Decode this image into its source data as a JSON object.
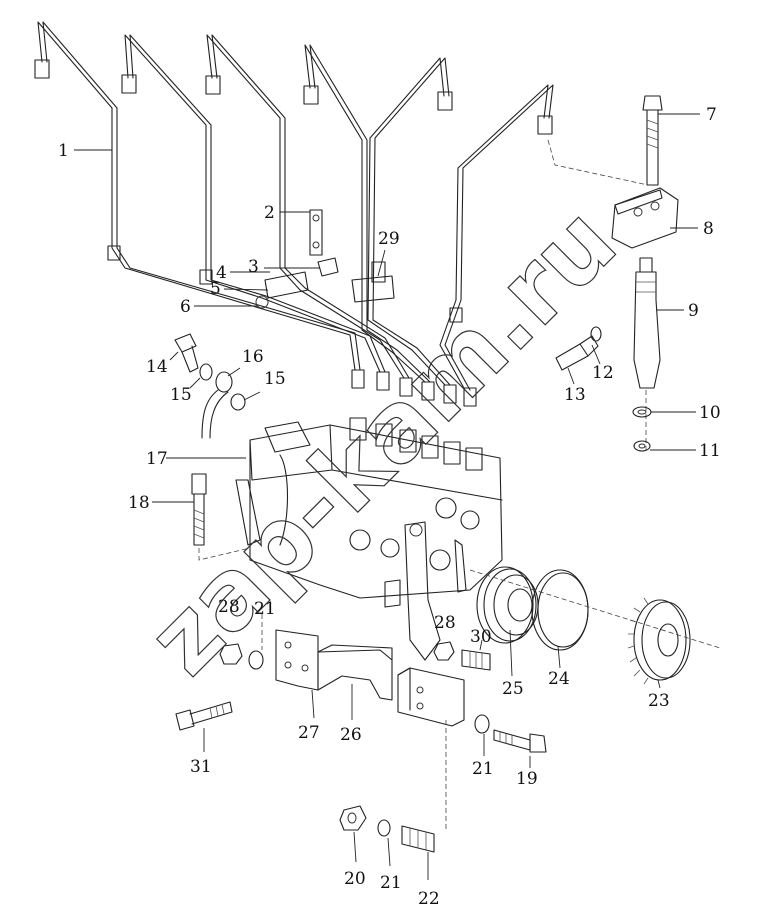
{
  "diagram": {
    "watermark": "zap-kam.ru",
    "callouts": [
      {
        "id": "c1",
        "label": "1"
      },
      {
        "id": "c2",
        "label": "2"
      },
      {
        "id": "c3",
        "label": "3"
      },
      {
        "id": "c4",
        "label": "4"
      },
      {
        "id": "c5",
        "label": "5"
      },
      {
        "id": "c6",
        "label": "6"
      },
      {
        "id": "c7",
        "label": "7"
      },
      {
        "id": "c8",
        "label": "8"
      },
      {
        "id": "c9",
        "label": "9"
      },
      {
        "id": "c10",
        "label": "10"
      },
      {
        "id": "c11",
        "label": "11"
      },
      {
        "id": "c12",
        "label": "12"
      },
      {
        "id": "c13",
        "label": "13"
      },
      {
        "id": "c14",
        "label": "14"
      },
      {
        "id": "c15a",
        "label": "15"
      },
      {
        "id": "c15b",
        "label": "15"
      },
      {
        "id": "c16",
        "label": "16"
      },
      {
        "id": "c17",
        "label": "17"
      },
      {
        "id": "c18",
        "label": "18"
      },
      {
        "id": "c19",
        "label": "19"
      },
      {
        "id": "c20",
        "label": "20"
      },
      {
        "id": "c21a",
        "label": "21"
      },
      {
        "id": "c21b",
        "label": "21"
      },
      {
        "id": "c21c",
        "label": "21"
      },
      {
        "id": "c22",
        "label": "22"
      },
      {
        "id": "c23",
        "label": "23"
      },
      {
        "id": "c24",
        "label": "24"
      },
      {
        "id": "c25",
        "label": "25"
      },
      {
        "id": "c26",
        "label": "26"
      },
      {
        "id": "c27",
        "label": "27"
      },
      {
        "id": "c28a",
        "label": "28"
      },
      {
        "id": "c28b",
        "label": "28"
      },
      {
        "id": "c29",
        "label": "29"
      },
      {
        "id": "c30",
        "label": "30"
      },
      {
        "id": "c31",
        "label": "31"
      }
    ]
  }
}
